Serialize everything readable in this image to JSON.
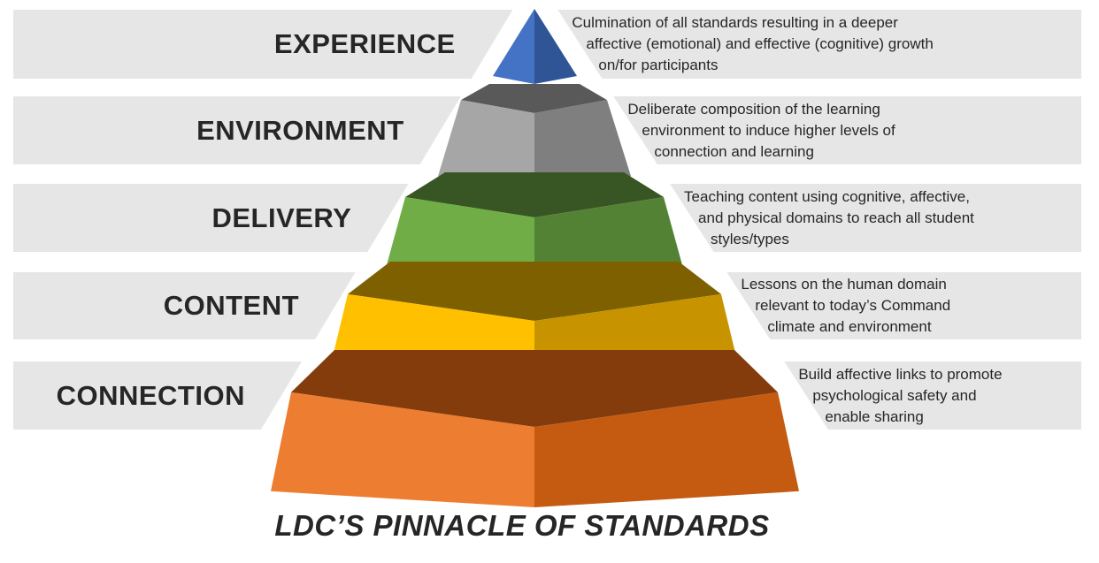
{
  "title": "LDC’S PINNACLE OF STANDARDS",
  "levels": [
    {
      "name": "EXPERIENCE",
      "description": [
        "Culmination of all standards resulting in a deeper",
        "affective (emotional) and effective (cognitive) growth",
        "on/for participants"
      ],
      "colors": {
        "left": "#4472c4",
        "right": "#2f5597",
        "top": "#5b87d6",
        "shadow": "#1f3b70"
      }
    },
    {
      "name": "ENVIRONMENT",
      "description": [
        "Deliberate composition of the learning",
        "environment to induce higher levels of",
        "connection and learning"
      ],
      "colors": {
        "left": "#a6a6a6",
        "right": "#7f7f7f",
        "top": "#595959",
        "shadow": "#404040"
      }
    },
    {
      "name": "DELIVERY",
      "description": [
        "Teaching content using cognitive, affective,",
        "and physical domains to reach all student",
        "styles/types"
      ],
      "colors": {
        "left": "#70ad47",
        "right": "#548235",
        "top": "#375623",
        "shadow": "#2a4219"
      }
    },
    {
      "name": "CONTENT",
      "description": [
        "Lessons on the human domain",
        "relevant to today’s Command",
        "climate and environment"
      ],
      "colors": {
        "left": "#ffc000",
        "right": "#c79400",
        "top": "#7f6000",
        "shadow": "#5e4700"
      }
    },
    {
      "name": "CONNECTION",
      "description": [
        "Build affective links to promote",
        "psychological safety and",
        "enable sharing"
      ],
      "colors": {
        "left": "#ed7d31",
        "right": "#c55a11",
        "top": "#843c0c",
        "shadow": "#5c2a08"
      }
    }
  ],
  "band_color": "#e7e6e6"
}
